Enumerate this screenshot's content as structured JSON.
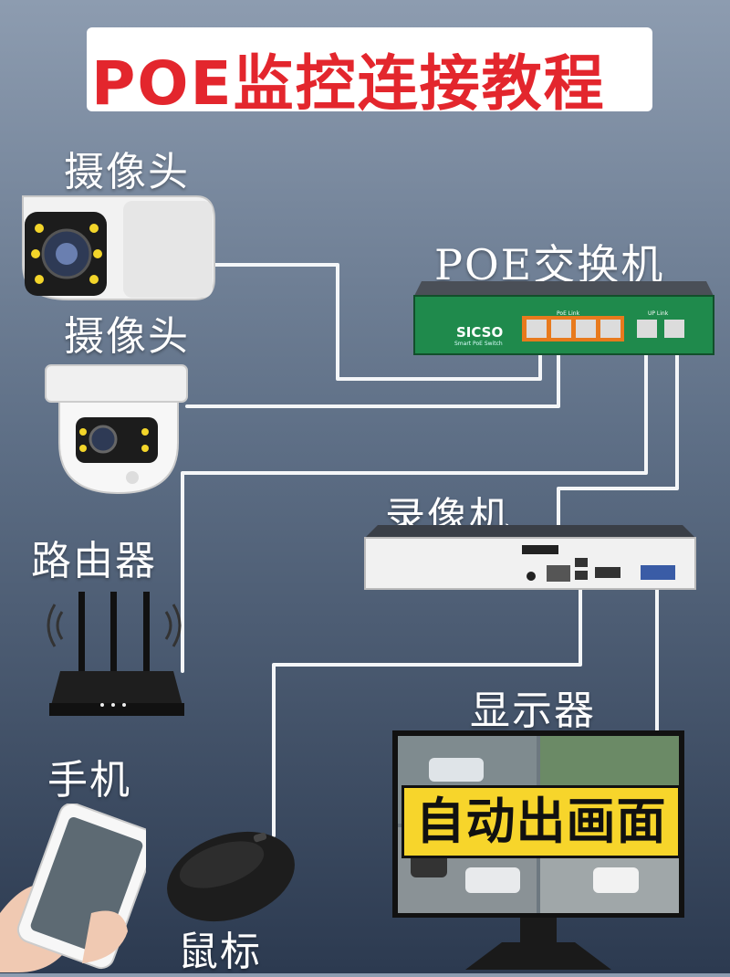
{
  "title": "POE监控连接教程",
  "labels": {
    "camera1": "摄像头",
    "camera2": "摄像头",
    "poe_switch": "POE交换机",
    "nvr": "录像机",
    "router": "路由器",
    "monitor": "显示器",
    "phone": "手机",
    "mouse": "鼠标"
  },
  "switch": {
    "brand": "SICSO",
    "subtitle": "Smart PoE Switch",
    "poe_ports_label": "PoE Link",
    "uplink_label": "UP Link"
  },
  "monitor_overlay": "自动出画面",
  "colors": {
    "title_red": "#e3262d",
    "switch_green": "#1f8a4c",
    "poe_port_orange": "#e87a1d",
    "overlay_yellow": "#f7d52b",
    "cable_white": "#f4f6f8"
  }
}
